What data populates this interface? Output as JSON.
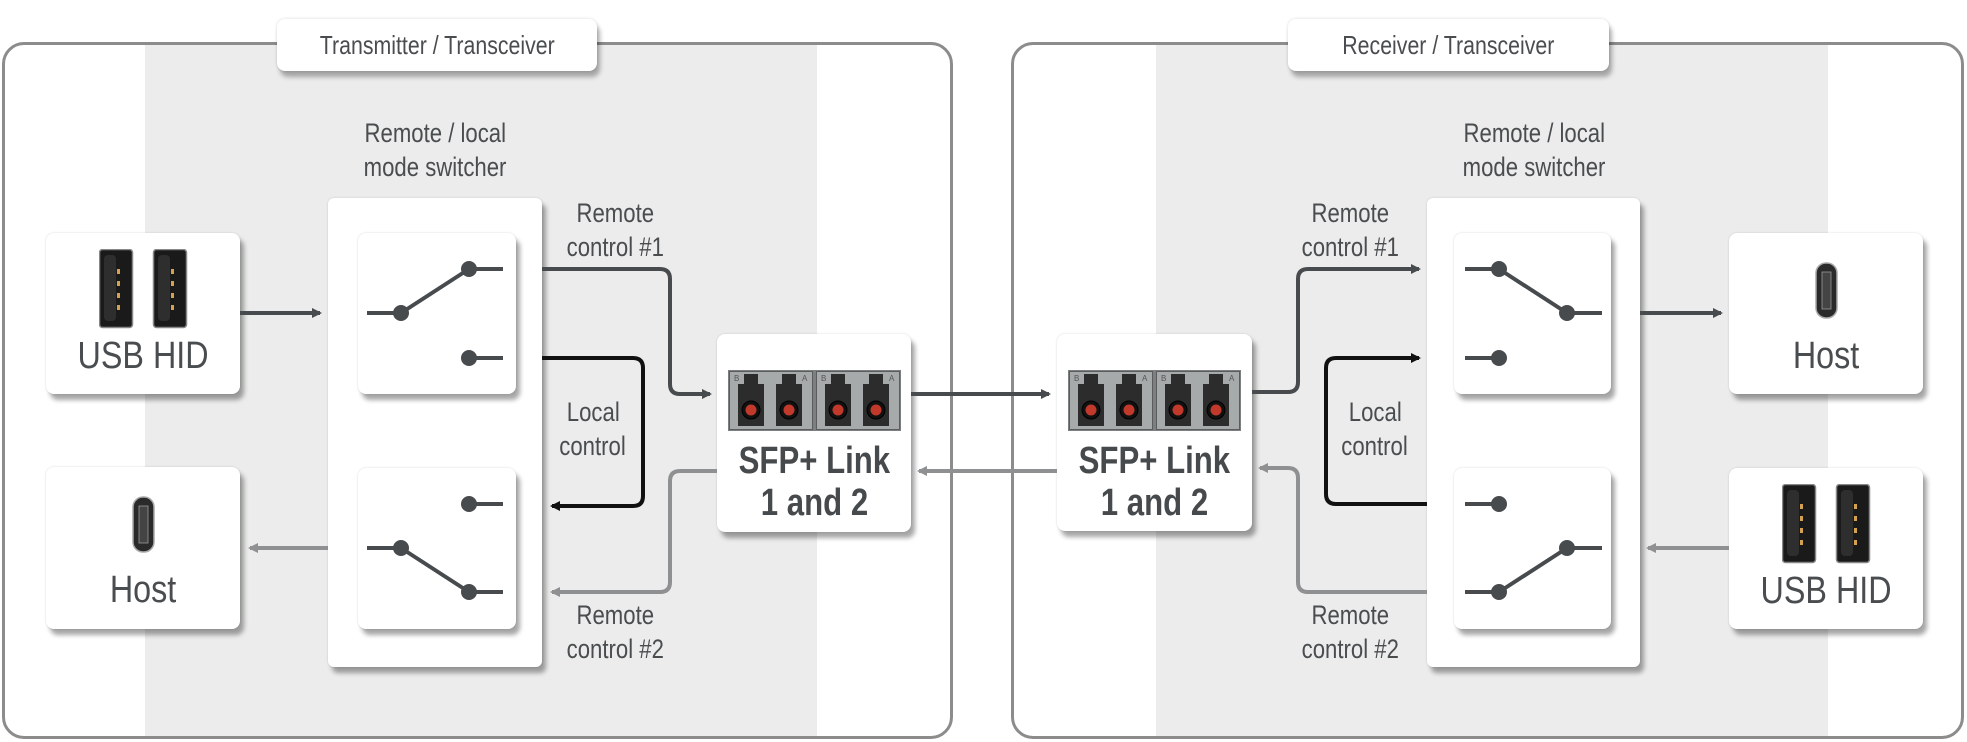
{
  "transmitter": {
    "title": "Transmitter / Transceiver",
    "switcher_label_line1": "Remote / local",
    "switcher_label_line2": "mode switcher",
    "usb_hid_label": "USB HID",
    "host_label": "Host",
    "remote1_line1": "Remote",
    "remote1_line2": "control #1",
    "local_line1": "Local",
    "local_line2": "control",
    "remote2_line1": "Remote",
    "remote2_line2": "control #2",
    "sfp_line1": "SFP+ Link",
    "sfp_line2": "1 and 2"
  },
  "receiver": {
    "title": "Receiver / Transceiver",
    "switcher_label_line1": "Remote / local",
    "switcher_label_line2": "mode switcher",
    "usb_hid_label": "USB HID",
    "host_label": "Host",
    "remote1_line1": "Remote",
    "remote1_line2": "control #1",
    "local_line1": "Local",
    "local_line2": "control",
    "remote2_line1": "Remote",
    "remote2_line2": "control #2",
    "sfp_line1": "SFP+ Link",
    "sfp_line2": "1 and 2"
  },
  "sfp_port_labels": [
    "B",
    "A",
    "B",
    "A"
  ],
  "icons": {
    "usb_a": "usb-a-port-icon",
    "usb_c": "usb-c-port-icon",
    "sfp": "sfp-duplex-port-icon",
    "switch": "spdt-switch-icon"
  },
  "colors": {
    "line_dark": "#474b4e",
    "line_black": "#111111",
    "line_gray": "#8e9091",
    "band": "#ebeceb",
    "text": "#4a4d50",
    "fiber_core": "#c0392b"
  }
}
